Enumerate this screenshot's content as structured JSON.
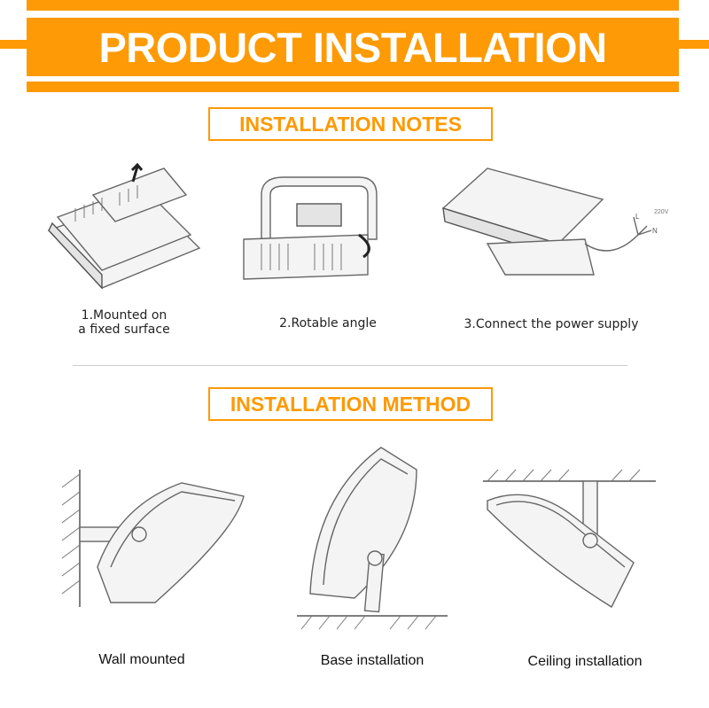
{
  "header": {
    "title": "PRODUCT INSTALLATION"
  },
  "notes": {
    "heading": "INSTALLATION NOTES",
    "steps": [
      {
        "line1": "1.Mounted on",
        "line2": "a fixed surface"
      },
      {
        "label": "2.Rotable angle"
      },
      {
        "label": "3.Connect the power supply"
      }
    ],
    "wire_labels": {
      "live": "L",
      "neutral": "N",
      "voltage": "220V"
    }
  },
  "method": {
    "heading": "INSTALLATION METHOD",
    "items": [
      "Wall mounted",
      "Base installation",
      "Ceiling installation"
    ]
  },
  "colors": {
    "accent": "#fd9a05"
  }
}
